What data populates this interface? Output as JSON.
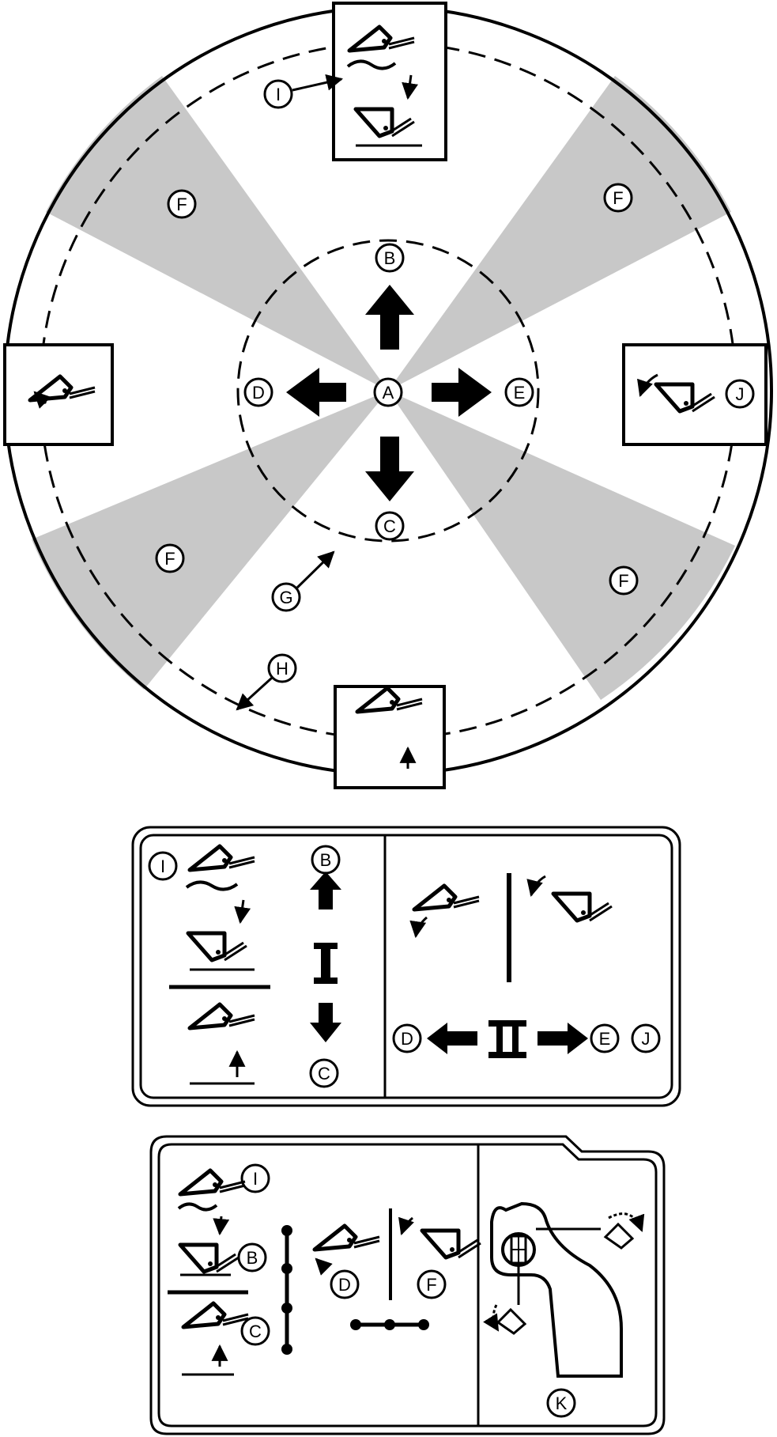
{
  "labels": {
    "A": "A",
    "B": "B",
    "C": "C",
    "D": "D",
    "E": "E",
    "F": "F",
    "G": "G",
    "H": "H",
    "I": "I",
    "J": "J",
    "K": "K"
  },
  "colors": {
    "sector_fill": "#c8c8c8",
    "ink": "#000000",
    "paper": "#ffffff"
  },
  "icons": {
    "bucket": "bucket-icon",
    "arrow": "direction-arrow-icon",
    "roman_one": "roman-numeral-one-icon",
    "roman_two": "roman-numeral-two-icon",
    "joystick": "joystick-icon"
  }
}
